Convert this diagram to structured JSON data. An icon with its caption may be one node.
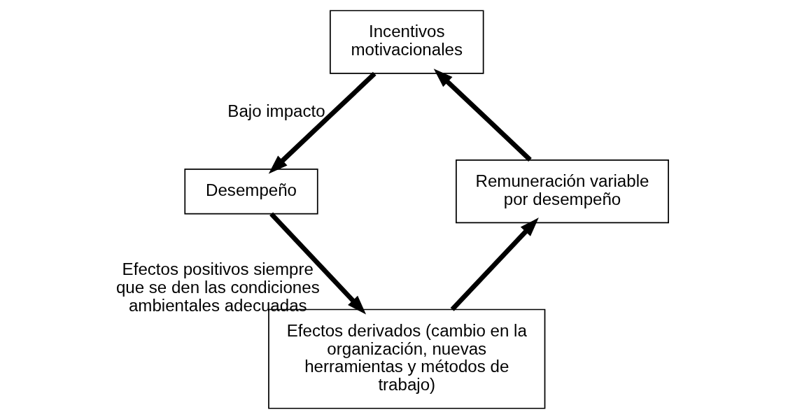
{
  "diagram": {
    "nodes": [
      {
        "text": [
          "Incentivos motivacionales"
        ]
      },
      {
        "text": [
          "Desempeño"
        ]
      },
      {
        "text": [
          "Efectos derivados (cambio en la organización, nuevas herramientas y métodos de trabajo)"
        ]
      },
      {
        "text": [
          "Remuneración variable por desempeño"
        ]
      }
    ],
    "edges": [
      {
        "from": 0,
        "to": 1,
        "arrow": "to",
        "label": "Bajo impacto"
      },
      {
        "from": 1,
        "to": 2,
        "arrow": "to",
        "label": "Efectos positivos siempre que se den las condiciones ambientales adecuadas"
      },
      {
        "from": 2,
        "to": 3,
        "arrow": "to"
      },
      {
        "from": 3,
        "to": 0,
        "arrow": "to"
      }
    ]
  }
}
